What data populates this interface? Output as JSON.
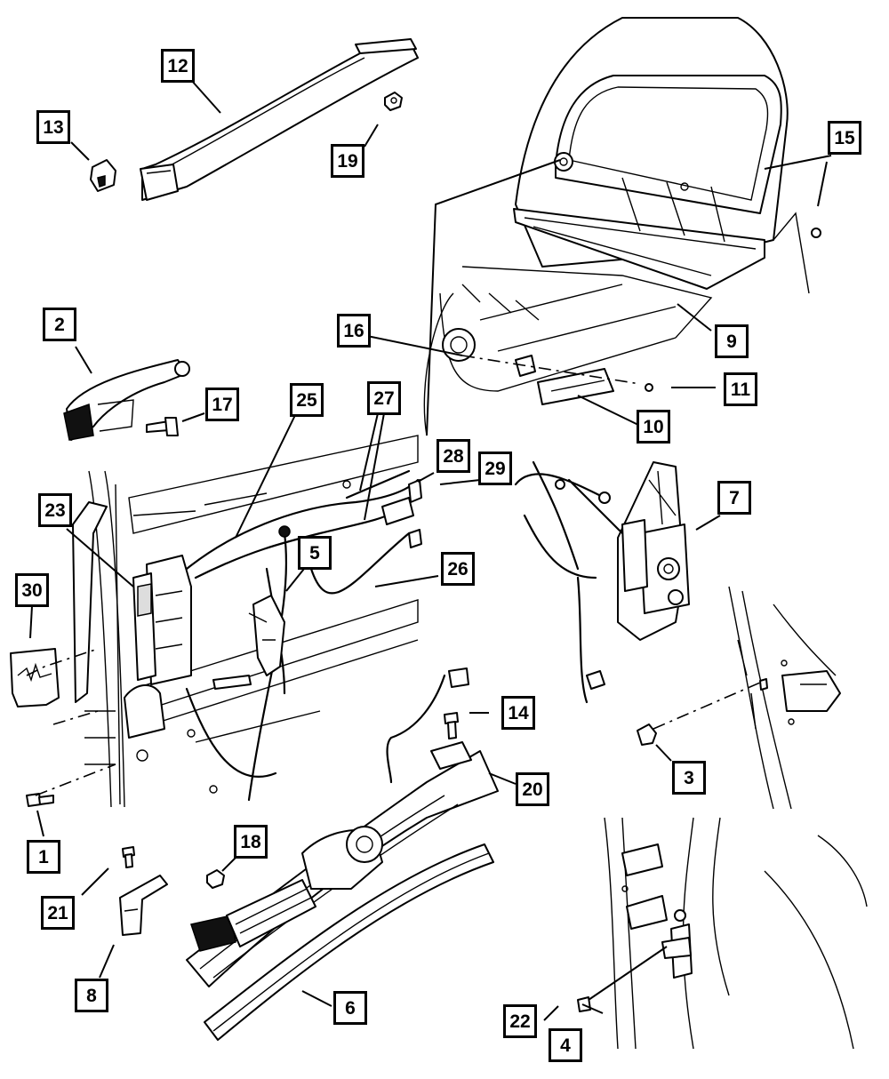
{
  "callouts": {
    "c1": "1",
    "c2": "2",
    "c3": "3",
    "c4": "4",
    "c5": "5",
    "c6": "6",
    "c7": "7",
    "c8": "8",
    "c9": "9",
    "c10": "10",
    "c11": "11",
    "c12": "12",
    "c13": "13",
    "c14": "14",
    "c15": "15",
    "c16": "16",
    "c17": "17",
    "c18": "18",
    "c19": "19",
    "c20": "20",
    "c21": "21",
    "c22": "22",
    "c23": "23",
    "c25": "25",
    "c26": "26",
    "c27": "27",
    "c28": "28",
    "c29": "29",
    "c30": "30"
  }
}
